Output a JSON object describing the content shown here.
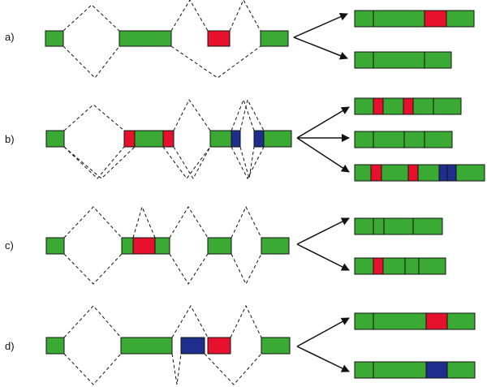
{
  "colors": {
    "exon": "#3aaa35",
    "alt_red": "#e8112d",
    "alt_blue": "#1f2e8c",
    "outline": "#111111",
    "background": "#ffffff"
  },
  "panels": [
    {
      "label": "a)",
      "name": "panel-a",
      "gene": [
        "exon",
        "exon",
        "alt-red",
        "exon"
      ],
      "isoforms": [
        [
          "exon",
          "exon",
          "alt-red",
          "exon"
        ],
        [
          "exon",
          "exon",
          "exon"
        ]
      ]
    },
    {
      "label": "b)",
      "name": "panel-b",
      "gene": [
        "exon",
        "alt-red",
        "exon",
        "alt-red",
        "exon",
        "alt-blue",
        "alt-blue",
        "exon"
      ],
      "isoforms": [
        [
          "exon",
          "alt-red",
          "exon",
          "alt-red",
          "exon",
          "exon"
        ],
        [
          "exon",
          "exon",
          "exon",
          "exon"
        ],
        [
          "exon",
          "alt-red",
          "exon",
          "alt-red",
          "exon",
          "alt-blue",
          "alt-blue",
          "exon"
        ]
      ]
    },
    {
      "label": "c)",
      "name": "panel-c",
      "gene": [
        "exon",
        "exon",
        "alt-red",
        "exon",
        "exon",
        "exon"
      ],
      "isoforms": [
        [
          "exon",
          "exon",
          "exon",
          "exon"
        ],
        [
          "exon",
          "alt-red",
          "exon",
          "exon",
          "exon"
        ]
      ]
    },
    {
      "label": "d)",
      "name": "panel-d",
      "gene": [
        "exon",
        "exon",
        "alt-blue",
        "alt-red",
        "exon"
      ],
      "isoforms": [
        [
          "exon",
          "exon",
          "alt-red",
          "exon"
        ],
        [
          "exon",
          "exon",
          "alt-blue",
          "exon"
        ]
      ]
    }
  ]
}
